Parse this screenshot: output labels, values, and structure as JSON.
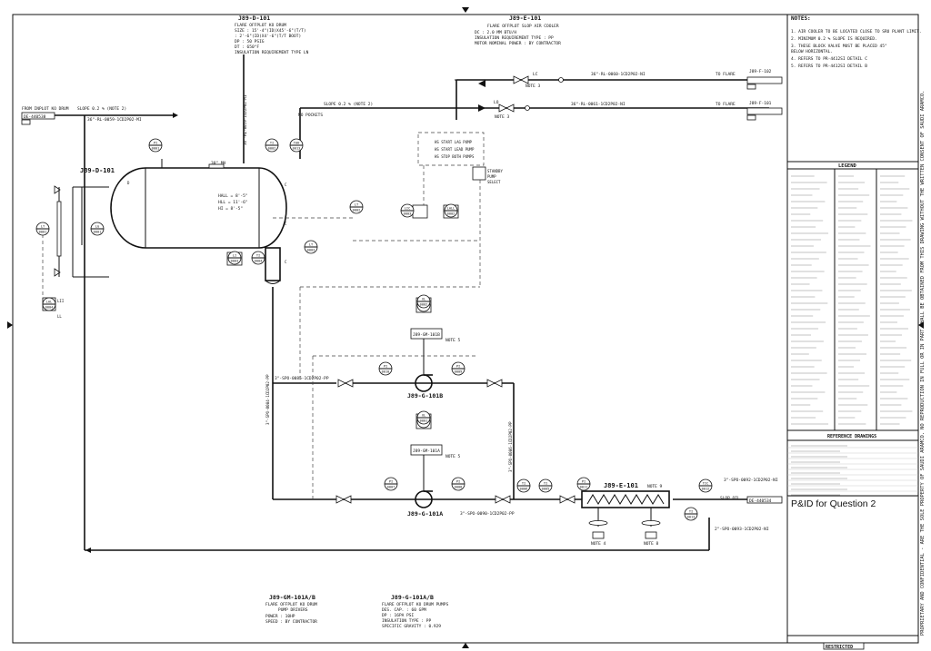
{
  "drum": {
    "tag": "J89-D-101",
    "header": [
      "J89-D-101",
      "FLARE OFFPLOT KO DRUM",
      "SIZE      : 15'-4\"(ID)X45'-6\"(T/T)",
      "          : 2'-6\"(ID)X4'-6\"(T/T BOOT)",
      "DP        : 50 PSIG",
      "DT        : 650°F",
      "INSULATION REQUIREMENT TYPE LN"
    ],
    "levels": [
      "HALL = 8'-5\"",
      "HLL  = 11'-6\"",
      "HI   = 8'-5\""
    ],
    "inlet_from": "FROM INPLOT KO DRUM",
    "inlet_ref": "DE-440538",
    "inlet_line": "36\"-RL-0059-1CD2P02-MI",
    "slope_note": "SLOPE 0.2 % (NOTE 2)",
    "no_pockets": "NO POCKETS",
    "mh": "30\" MH"
  },
  "cooler": {
    "tag": "J89-E-101",
    "header": [
      "J89-E-101",
      "FLARE OFFPLOT SLOP AIR COOLER",
      "DC                 : 2.0 MM BTU/H",
      "INSULATION REQUIREMENT TYPE  : PP",
      "MOTOR NOMINAL POWER          : BY CONTRACTOR"
    ],
    "note": "NOTE 9",
    "out_line": "3\"-SPO-0092-1CD2P02-NI",
    "slop_oil": "SLOP OIL",
    "slop_ref": "DE-440534",
    "return_line": "2\"-SPO-0093-1CD2P02-NI",
    "fan_notes": [
      "NOTE 4",
      "NOTE 8"
    ]
  },
  "flare_lines": [
    {
      "line": "36\"-RL-0060-1CD2P02-NI",
      "to": "TO FLARE",
      "ref": "J89-F-102",
      "lc": "LC",
      "note": "NOTE 3"
    },
    {
      "line": "36\"-RL-0061-1CD2P02-NI",
      "to": "TO FLARE",
      "ref": "J89-F-101",
      "lc": "LO",
      "note": "NOTE 3"
    }
  ],
  "pumps": [
    {
      "tag": "J89-G-101B",
      "driver": "J89-GM-101B",
      "note": "NOTE 5"
    },
    {
      "tag": "J89-G-101A",
      "driver": "J89-GM-101A",
      "note": "NOTE 5"
    }
  ],
  "pump_lines": {
    "suction_b": "3\"-SPO-0085-1CD2P02-PP",
    "suction_vert": "3\"-SPO-0084-1CD2P02-PP",
    "discharge_vert": "3\"-SPO-0086-1CD2P02-PP",
    "discharge_a": "3\"-SPO-0090-1CD2P02-PP"
  },
  "interlock_box": [
    "HS  START LAG PUMP",
    "HS  START LEAD PUMP",
    "HS  STOP BOTH PUMPS"
  ],
  "interlock_side": [
    "STANDBY",
    "PUMP",
    "SELECT"
  ],
  "instruments": [
    {
      "id": "pi-drum",
      "fn": "PI",
      "no": "0001"
    },
    {
      "id": "ti-drum",
      "fn": "TI",
      "no": "0002"
    },
    {
      "id": "lt-left",
      "fn": "LT",
      "no": "0001"
    },
    {
      "id": "lg-left",
      "fn": "LG",
      "no": "0001"
    },
    {
      "id": "lt-mid",
      "fn": "LT",
      "no": "0002"
    },
    {
      "id": "lic",
      "fn": "LIC",
      "no": "0003"
    },
    {
      "id": "lal",
      "fn": "LALL",
      "no": "0002"
    },
    {
      "id": "li-boot",
      "fn": "LI",
      "no": "0003"
    },
    {
      "id": "ti-boot",
      "fn": "TI",
      "no": "0004"
    },
    {
      "id": "lal-low",
      "fn": "LAL",
      "no": "0004"
    },
    {
      "id": "ltl",
      "fn": "LT",
      "no": "0003"
    },
    {
      "id": "pdi-b",
      "fn": "PI",
      "no": "0010"
    },
    {
      "id": "pi-b",
      "fn": "PI",
      "no": "0009"
    },
    {
      "id": "xl-b",
      "fn": "XL",
      "no": "0002"
    },
    {
      "id": "xl-a",
      "fn": "XL",
      "no": "0001"
    },
    {
      "id": "pi-a1",
      "fn": "PI",
      "no": "0007"
    },
    {
      "id": "pi-a2",
      "fn": "PI",
      "no": "0008"
    },
    {
      "id": "pi-a3",
      "fn": "TI",
      "no": "0006"
    },
    {
      "id": "ti-c1",
      "fn": "TI",
      "no": "0005"
    },
    {
      "id": "pi-c2",
      "fn": "PI",
      "no": "0011"
    },
    {
      "id": "tic",
      "fn": "TIC",
      "no": "0012"
    },
    {
      "id": "ti-out",
      "fn": "TI",
      "no": "0013"
    },
    {
      "id": "tal",
      "fn": "TAH",
      "no": "0013"
    }
  ],
  "bottom_legends": [
    [
      "J89-GM-101A/B",
      "FLARE OFFPLOT KO DRUM",
      "PUMP DRIVERS",
      "POWER   : 10HP",
      "SPEED   : BY CONTRACTOR"
    ],
    [
      "J89-G-101A/B",
      "FLARE OFFPLOT KO DRUM PUMPS",
      "DES. CAP.       : 60 GPM",
      "DP              : 16PA PSI",
      "INSULATION TYPE : PP",
      "SPECIFIC GRAVITY : 0.929"
    ]
  ],
  "notes_title": "NOTES:",
  "notes": [
    "1. AIR COOLER TO BE LOCATED CLOSE TO SRU PLANT LIMIT.",
    "2. MINIMUM 0.2 % SLOPE IS REQUIRED.",
    "3. THESE BLOCK VALVE MUST BE PLACED 45°",
    "   BELOW HORIZONTAL.",
    "4. REFERS TO PR-4412SI DETAIL C",
    "5. REFERS TO PR-4412SI DETAIL B"
  ],
  "legend_title": "LEGEND",
  "reference_title": "REFERENCE DRAWINGS",
  "side_text": "PROPRIETARY AND CONFIDENTIAL - ARE THE SOLE PROPERTY OF SAUDI ARAMCO. NO REPRODUCTION IN FULL OR IN PART SHALL BE OBTAINED FROM THIS DRAWING WITHOUT THE WRITTEN CONSENT OF SAUDI ARAMCO.",
  "project_title": "P&ID for Question 2",
  "restricted": "RESTRICTED"
}
